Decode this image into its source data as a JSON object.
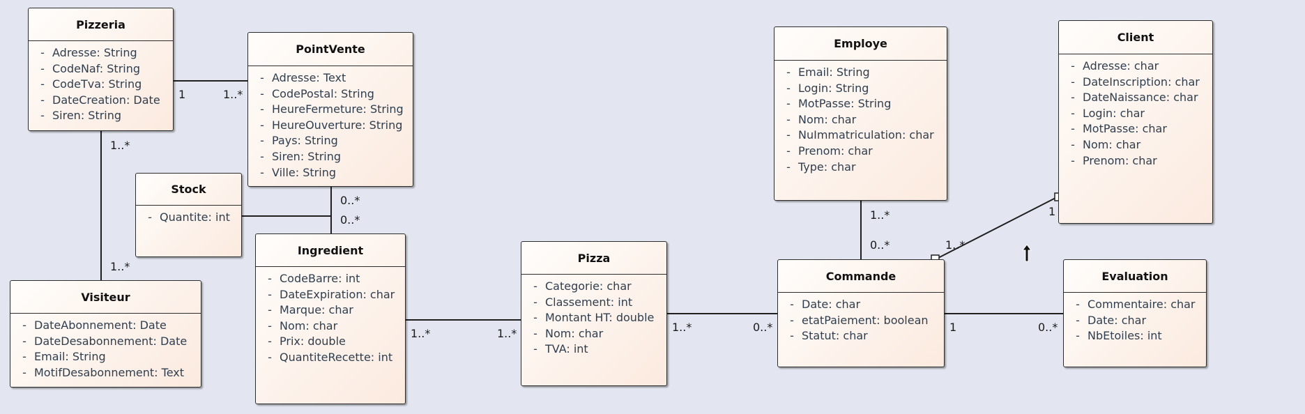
{
  "classes": [
    {
      "name": "Pizzeria",
      "attrs": [
        "Adresse: String",
        "CodeNaf: String",
        "CodeTva: String",
        "DateCreation: Date",
        "Siren: String"
      ]
    },
    {
      "name": "PointVente",
      "attrs": [
        "Adresse: Text",
        "CodePostal: String",
        "HeureFermeture: String",
        "HeureOuverture: String",
        "Pays: String",
        "Siren: String",
        "Ville: String"
      ]
    },
    {
      "name": "Stock",
      "attrs": [
        "Quantite: int"
      ]
    },
    {
      "name": "Visiteur",
      "attrs": [
        "DateAbonnement: Date",
        "DateDesabonnement: Date",
        "Email: String",
        "MotifDesabonnement: Text"
      ]
    },
    {
      "name": "Ingredient",
      "attrs": [
        "CodeBarre: int",
        "DateExpiration: char",
        "Marque: char",
        "Nom: char",
        "Prix: double",
        "QuantiteRecette: int"
      ]
    },
    {
      "name": "Pizza",
      "attrs": [
        "Categorie: char",
        "Classement: int",
        "Montant HT: double",
        "Nom: char",
        "TVA: int"
      ]
    },
    {
      "name": "Employe",
      "attrs": [
        "Email: String",
        "Login: String",
        "MotPasse: String",
        "Nom: char",
        "NuImmatriculation: char",
        "Prenom: char",
        "Type: char"
      ]
    },
    {
      "name": "Client",
      "attrs": [
        "Adresse: char",
        "DateInscription: char",
        "DateNaissance: char",
        "Login: char",
        "MotPasse: char",
        "Nom: char",
        "Prenom: char"
      ]
    },
    {
      "name": "Commande",
      "attrs": [
        "Date: char",
        "etatPaiement: boolean",
        "Statut: char"
      ]
    },
    {
      "name": "Evaluation",
      "attrs": [
        "Commentaire: char",
        "Date: char",
        "NbEtoiles: int"
      ]
    }
  ],
  "visibility_marker": "-",
  "associations": [
    {
      "from": "Pizzeria",
      "to": "PointVente",
      "from_mult": "1",
      "to_mult": "1..*"
    },
    {
      "from": "Pizzeria",
      "to": "Visiteur",
      "from_mult": "1..*",
      "to_mult": "1..*"
    },
    {
      "from": "PointVente",
      "to": "Ingredient",
      "from_mult": "0..*",
      "to_mult": "0..*"
    },
    {
      "from": "Stock",
      "to": "PointVente-Ingredient",
      "from_mult": "",
      "to_mult": ""
    },
    {
      "from": "Ingredient",
      "to": "Pizza",
      "from_mult": "1..*",
      "to_mult": "1..*"
    },
    {
      "from": "Pizza",
      "to": "Commande",
      "from_mult": "1..*",
      "to_mult": "0..*"
    },
    {
      "from": "Employe",
      "to": "Commande",
      "from_mult": "1..*",
      "to_mult": "0..*"
    },
    {
      "from": "Commande",
      "to": "Client",
      "from_mult": "1..*",
      "to_mult": "1"
    },
    {
      "from": "Commande",
      "to": "Evaluation",
      "from_mult": "1",
      "to_mult": "0..*"
    }
  ],
  "colors": {
    "background": "#e3e6f0",
    "class_fill_light": "#fffdfb",
    "class_fill_dark": "#fbeadf",
    "border": "#2b2b2b",
    "attribute_text": "#2f3e4e"
  }
}
